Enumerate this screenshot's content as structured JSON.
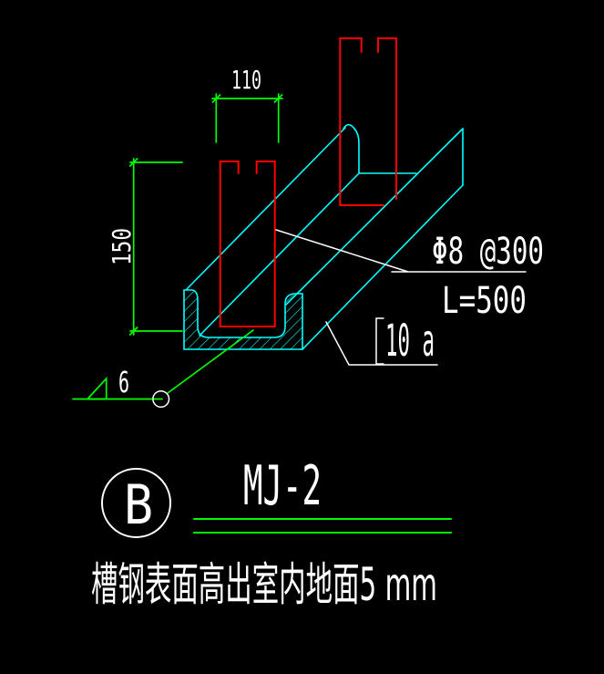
{
  "drawing": {
    "background": "#000000",
    "colors": {
      "dimension": "#00ff00",
      "rebar": "#ff0000",
      "steel": "#00ffff",
      "text": "#ffffff"
    },
    "dimensions": {
      "width": "110",
      "height": "150"
    },
    "weld": {
      "size": "6"
    },
    "labels": {
      "rebar_spec": "Φ8 @300",
      "rebar_length": "L=500",
      "channel_symbol": "[",
      "channel_size": "10 a"
    },
    "title": {
      "bubble": "B",
      "code": "MJ-2"
    },
    "note": "槽钢表面高出室内地面5 mm"
  }
}
